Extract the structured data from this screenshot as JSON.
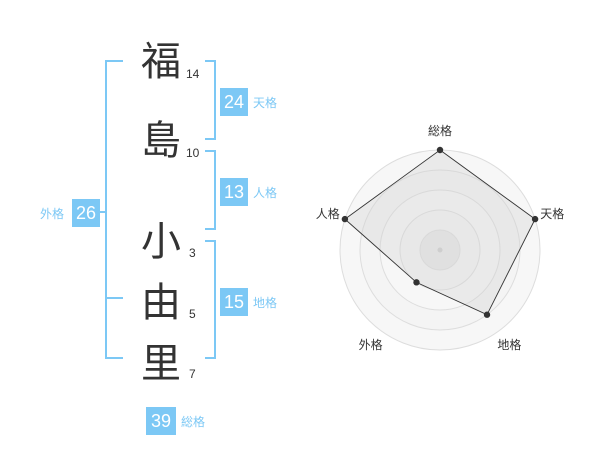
{
  "name": {
    "chars": [
      {
        "char": "福",
        "strokes": "14"
      },
      {
        "char": "島",
        "strokes": "10"
      },
      {
        "char": "小",
        "strokes": "3"
      },
      {
        "char": "由",
        "strokes": "5"
      },
      {
        "char": "里",
        "strokes": "7"
      }
    ]
  },
  "kakusu": {
    "tenkaku": {
      "value": "24",
      "label": "天格"
    },
    "jinkaku": {
      "value": "13",
      "label": "人格"
    },
    "chikaku": {
      "value": "15",
      "label": "地格"
    },
    "gaikaku": {
      "value": "26",
      "label": "外格"
    },
    "soukaku": {
      "value": "39",
      "label": "総格"
    }
  },
  "colors": {
    "accent": "#7cc8f5",
    "text": "#333333",
    "radar_fill": "#f0f0f0",
    "radar_line": "#333333",
    "ring": "#dddddd"
  },
  "chart_data": {
    "type": "radar",
    "axes": [
      "総格",
      "天格",
      "地格",
      "外格",
      "人格"
    ],
    "values": [
      5,
      5,
      4,
      2,
      5
    ],
    "max": 5
  }
}
